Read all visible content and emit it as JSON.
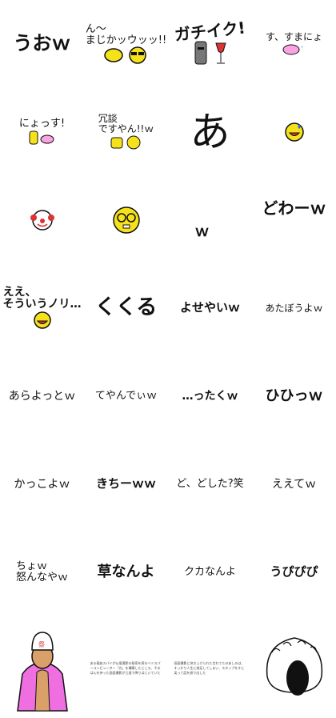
{
  "stickers": [
    {
      "id": "s1",
      "text": "うおｗ"
    },
    {
      "id": "s2",
      "text": "ん〜\nまじかッウッッ!!"
    },
    {
      "id": "s3",
      "text": "ガチイク!"
    },
    {
      "id": "s4",
      "text": "す、すまにょ"
    },
    {
      "id": "s5",
      "text": "にょっす!"
    },
    {
      "id": "s6",
      "text": "冗談\nですやん!!ｗ"
    },
    {
      "id": "s7",
      "text": "あ"
    },
    {
      "id": "s8",
      "text": ""
    },
    {
      "id": "s9",
      "text": ""
    },
    {
      "id": "s10",
      "text": ""
    },
    {
      "id": "s11",
      "text": "ｗ"
    },
    {
      "id": "s12",
      "text": "どわーｗ"
    },
    {
      "id": "s13",
      "text": "ええ、\nそういうノリ…"
    },
    {
      "id": "s14",
      "text": "くくる"
    },
    {
      "id": "s15",
      "text": "よせやいｗ"
    },
    {
      "id": "s16",
      "text": "あたぼうよｗ"
    },
    {
      "id": "s17",
      "text": "あらよっとｗ"
    },
    {
      "id": "s18",
      "text": "てやんでぃｗ"
    },
    {
      "id": "s19",
      "text": "…ったくｗ"
    },
    {
      "id": "s20",
      "text": "ひひっｗ"
    },
    {
      "id": "s21",
      "text": "かっこよｗ"
    },
    {
      "id": "s22",
      "text": "きちーｗｗ"
    },
    {
      "id": "s23",
      "text": "ど、どした?笑"
    },
    {
      "id": "s24",
      "text": "ええてｗ"
    },
    {
      "id": "s25",
      "text": "ちょｗ\n怒んなやｗ"
    },
    {
      "id": "s26",
      "text": "草なんよ"
    },
    {
      "id": "s27",
      "text": "クカなんよ"
    },
    {
      "id": "s28",
      "text": "うぴぴぴ"
    },
    {
      "id": "s29",
      "text": ""
    },
    {
      "id": "s30",
      "text": "ある親族スパイが仏壇遺影の秘密を探るベミスパーコンピューター「光」を構築したところ、そのばんを持った画面撮影が江速で降りはじいていた"
    },
    {
      "id": "s31",
      "text": "画面撮影に突き上げられた言れてたのあしのは、すっかり人生に満足してしまい、スタップをすに笑って話を振り出した"
    },
    {
      "id": "s32",
      "text": ""
    }
  ],
  "colors": {
    "ink": "#111111",
    "yellow": "#f5e21a",
    "pink": "#f06fe0",
    "skin": "#d9a06a",
    "red": "#d33",
    "blue": "#2a6fdb"
  }
}
